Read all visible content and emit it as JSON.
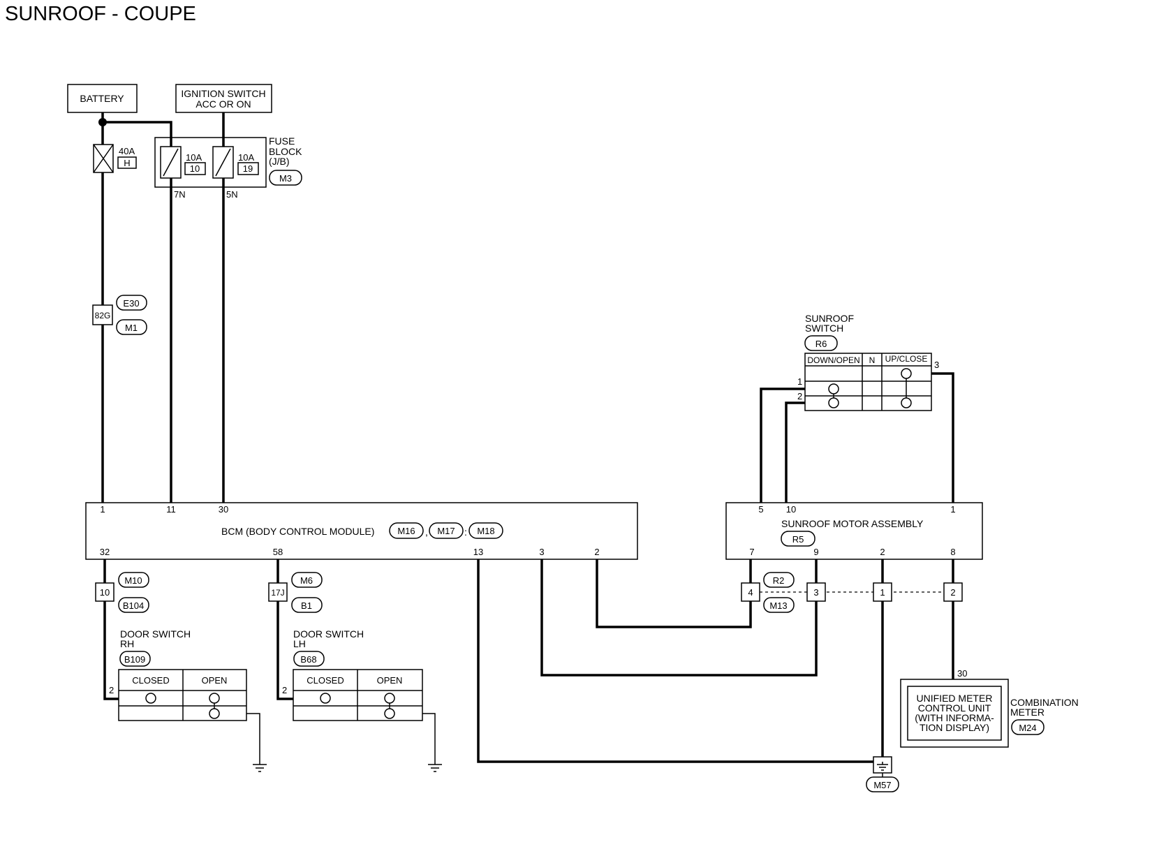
{
  "title": "SUNROOF - COUPE",
  "battery": {
    "label": "BATTERY",
    "fuse_rating": "40A",
    "fuse_id": "H"
  },
  "ignition": {
    "line1": "IGNITION SWITCH",
    "line2": "ACC OR ON"
  },
  "fuse_block": {
    "line1": "FUSE",
    "line2": "BLOCK",
    "line3": "(J/B)",
    "connector": "M3",
    "fuse_a_rating": "10A",
    "fuse_a_id": "10",
    "fuse_a_pin": "7N",
    "fuse_b_rating": "10A",
    "fuse_b_id": "19",
    "fuse_b_pin": "5N"
  },
  "joint_connector": {
    "pin": "82G",
    "conn_a": "E30",
    "conn_b": "M1"
  },
  "bcm": {
    "label": "BCM (BODY CONTROL MODULE)",
    "conn_a": "M16",
    "conn_b": "M17",
    "conn_c": "M18",
    "sep_comma": ",",
    "sep_colon": ":",
    "top_pins": [
      "1",
      "11",
      "30"
    ],
    "bottom_pins": [
      "32",
      "58",
      "13",
      "3",
      "2"
    ]
  },
  "sunroof_switch": {
    "line1": "SUNROOF",
    "line2": "SWITCH",
    "connector": "R6",
    "headers": [
      "DOWN/OPEN",
      "N",
      "UP/CLOSE"
    ],
    "pins": [
      "1",
      "2",
      "3"
    ]
  },
  "sunroof_motor": {
    "label": "SUNROOF MOTOR ASSEMBLY",
    "connector": "R5",
    "top_pins": [
      "5",
      "10",
      "1"
    ],
    "bottom_pins": [
      "7",
      "9",
      "2",
      "8"
    ]
  },
  "inline_connector_rh": {
    "pin": "10",
    "conn_a": "M10",
    "conn_b": "B104"
  },
  "inline_connector_lh": {
    "pin": "17J",
    "conn_a": "M6",
    "conn_b": "B1"
  },
  "inline_connector_motor": {
    "pins": [
      "4",
      "3",
      "1",
      "2"
    ],
    "conn_a": "R2",
    "conn_b": "M13"
  },
  "door_switch_rh": {
    "line1": "DOOR SWITCH",
    "line2": "RH",
    "connector": "B109",
    "pin": "2",
    "headers": [
      "CLOSED",
      "OPEN"
    ]
  },
  "door_switch_lh": {
    "line1": "DOOR SWITCH",
    "line2": "LH",
    "connector": "B68",
    "pin": "2",
    "headers": [
      "CLOSED",
      "OPEN"
    ]
  },
  "combination_meter": {
    "inner": [
      "UNIFIED METER",
      "CONTROL UNIT",
      "(WITH INFORMA-",
      "TION DISPLAY)"
    ],
    "line1": "COMBINATION",
    "line2": "METER",
    "connector": "M24",
    "pin": "30"
  },
  "ground": {
    "connector": "M57"
  }
}
